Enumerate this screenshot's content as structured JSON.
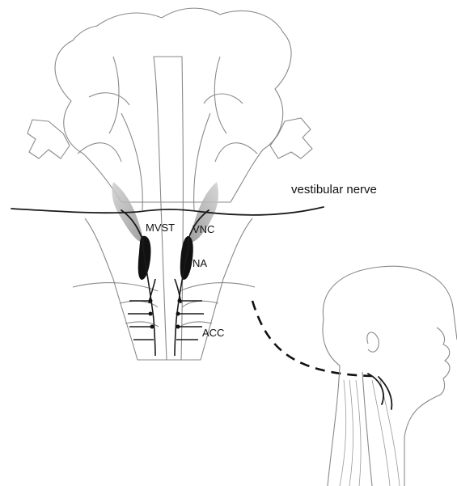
{
  "labels": {
    "vestibular_nerve": "vestibular nerve",
    "mvst": "MVST",
    "vnc": "VNC",
    "na": "NA",
    "acc": "ACC"
  },
  "colors": {
    "line": "#1a1a1a",
    "outline": "#8a8a8a",
    "nucleus_fill": "#111111",
    "shade": "#9c9c9c"
  }
}
